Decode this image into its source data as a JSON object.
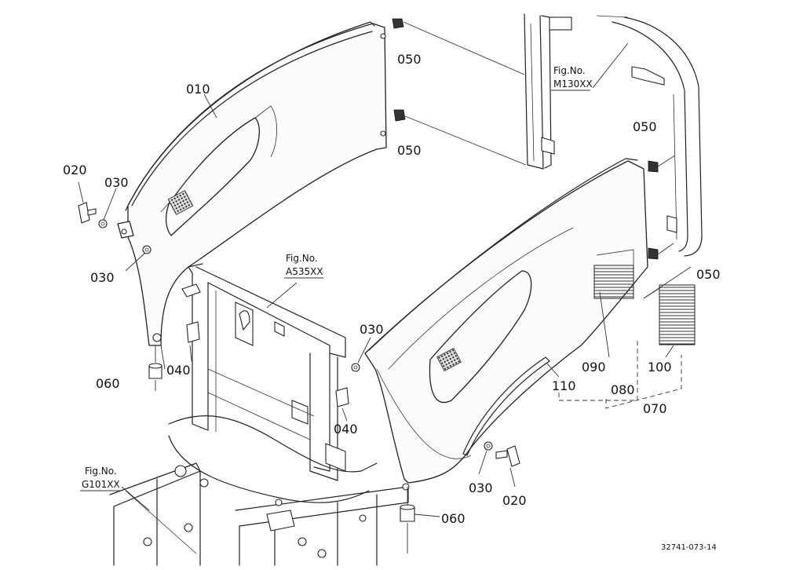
{
  "callouts": {
    "c010": "010",
    "c020_left": "020",
    "c020_right": "020",
    "c030_top_left": "030",
    "c030_left": "030",
    "c030_center": "030",
    "c030_bottom": "030",
    "c040_left": "040",
    "c040_right": "040",
    "c050_top": "050",
    "c050_mid": "050",
    "c050_right_top": "050",
    "c050_right": "050",
    "c060_left": "060",
    "c060_bottom": "060",
    "c070": "070",
    "c080": "080",
    "c090": "090",
    "c100": "100",
    "c110": "110"
  },
  "figure_refs": {
    "m130": {
      "line1": "Fig.No.",
      "line2": "M130XX"
    },
    "a535": {
      "line1": "Fig.No.",
      "line2": "A535XX"
    },
    "g101": {
      "line1": "Fig.No.",
      "line2": "G101XX"
    }
  },
  "drawing_number": "32741-073-14"
}
